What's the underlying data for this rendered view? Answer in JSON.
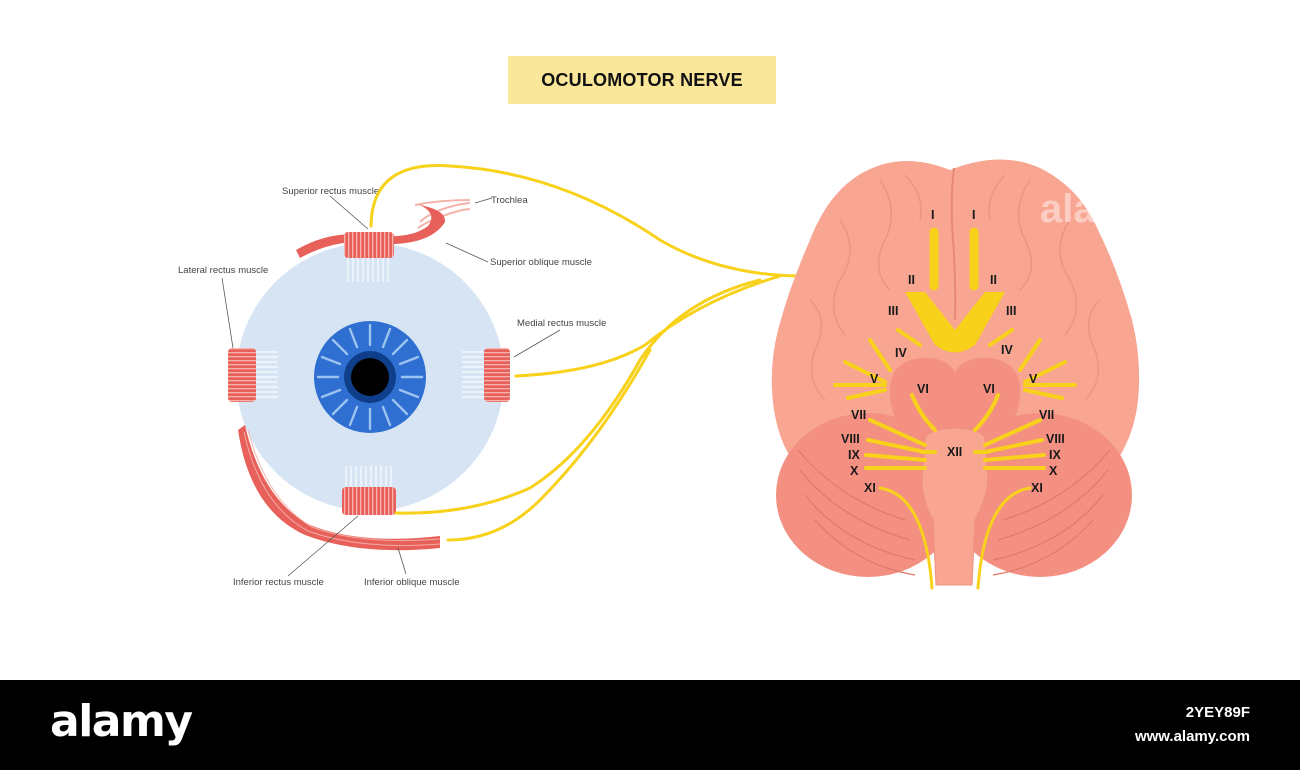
{
  "title": "OCULOMOTOR NERVE",
  "colors": {
    "title_bg": "#fbe79a",
    "nerve": "#f8d11a",
    "muscle": "#e8605a",
    "eyeball": "#d6e4f4",
    "iris": "#2f6fd1",
    "brain": "#f8a592",
    "brainstem": "#f39082",
    "footer": "#000000"
  },
  "eye_labels": {
    "superior_rectus": "Superior rectus muscle",
    "trochlea": "Trochlea",
    "superior_oblique": "Superior oblique muscle",
    "lateral_rectus": "Lateral rectus muscle",
    "medial_rectus": "Medial rectus muscle",
    "inferior_rectus": "Inferior rectus muscle",
    "inferior_oblique": "Inferior oblique muscle"
  },
  "cranial_nerves": {
    "left": [
      "I",
      "II",
      "III",
      "IV",
      "V",
      "VI",
      "VII",
      "VIII",
      "IX",
      "X",
      "XI"
    ],
    "right": [
      "I",
      "II",
      "III",
      "IV",
      "V",
      "VI",
      "VII",
      "VIII",
      "IX",
      "X",
      "XI"
    ],
    "center": "XII"
  },
  "watermark": "alamy",
  "footer": {
    "logo": "alamy",
    "image_id": "2YEY89F",
    "url": "www.alamy.com"
  }
}
